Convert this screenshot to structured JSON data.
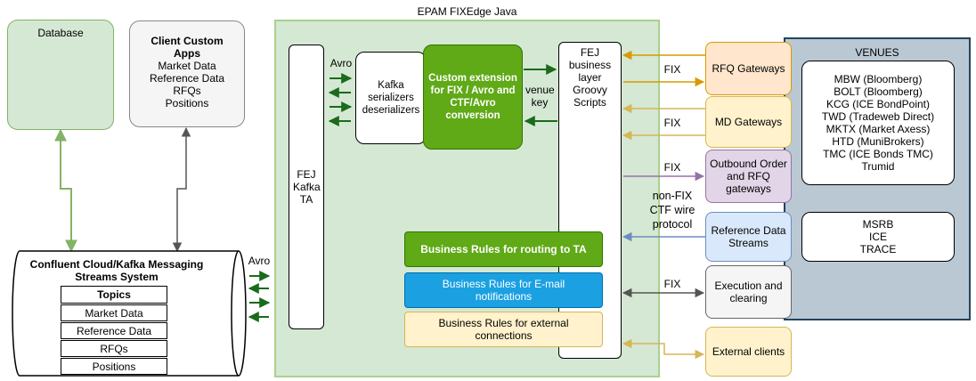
{
  "title": "EPAM FIXEdge Java",
  "database": {
    "label": "Database"
  },
  "client_apps": {
    "title": "Client Custom Apps",
    "items": [
      "Market Data",
      "Reference Data",
      "RFQs",
      "Positions"
    ]
  },
  "confluent": {
    "title": "Confluent Cloud/Kafka Messaging Streams System",
    "topics_header": "Topics",
    "topics": [
      "Market Data",
      "Reference Data",
      "RFQs",
      "Positions"
    ]
  },
  "kafka_ta": {
    "label": "FEJ Kafka TA"
  },
  "serializers": {
    "label": "Kafka serializers deserializers"
  },
  "custom_extension": {
    "label": "Custom extension for FIX / Avro and CTF/Avro conversion"
  },
  "business_layer": {
    "label": "FEJ business layer Groovy Scripts"
  },
  "rules": {
    "routing": "Business Rules for routing to TA",
    "email": "Business Rules for E-mail notifications",
    "external": "Business Rules for external connections"
  },
  "edge_labels": {
    "avro_left": "Avro",
    "avro_inner": "Avro",
    "venue_key": "venue key",
    "fix_rfq": "FIX",
    "fix_md": "FIX",
    "fix_outbound": "FIX",
    "nonfix": "non-FIX CTF wire protocol",
    "fix_exec": "FIX"
  },
  "gateways": {
    "rfq": "RFQ Gateways",
    "md": "MD Gateways",
    "outbound": "Outbound Order and RFQ gateways",
    "refdata": "Reference Data Streams",
    "execution": "Execution and clearing",
    "external_clients": "External clients"
  },
  "venues": {
    "title": "VENUES",
    "group1": [
      "MBW (Bloomberg)",
      "BOLT (Bloomberg)",
      "KCG (ICE BondPoint)",
      "TWD (Tradeweb Direct)",
      "MKTX (Market Axess)",
      "HTD (MuniBrokers)",
      "TMC (ICE Bonds TMC)",
      "Trumid"
    ],
    "group2": [
      "MSRB",
      "ICE",
      "TRACE"
    ]
  },
  "colors": {
    "green_fill": "#d5e8d4",
    "green_stroke": "#82b366",
    "dark_green": "#60a917",
    "blue": "#1ba1e2",
    "orange_fill": "#ffe6cc",
    "orange_stroke": "#d79b00",
    "yellow_fill": "#fff2cc",
    "yellow_stroke": "#d6b656",
    "purple_fill": "#e1d5e7",
    "purple_stroke": "#9673a6",
    "ltblue_fill": "#dae8fc",
    "ltblue_stroke": "#6c8ebf",
    "venues_fill": "#bac8d3",
    "venues_stroke": "#23445d"
  }
}
